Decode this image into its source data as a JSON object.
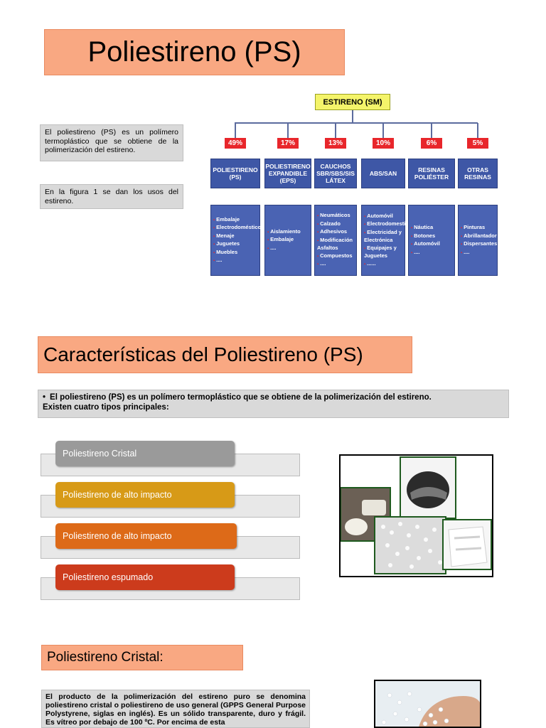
{
  "section1": {
    "title": "Poliestireno (PS)",
    "intro": "El poliestireno (PS) es un polímero termoplástico que se obtiene de la polimerización del estireno.",
    "figure_note": "En la figura 1 se dan los usos del estireno."
  },
  "diagram": {
    "root": "ESTIRENO (SM)",
    "branches": [
      {
        "pct": "49%",
        "name": "POLIESTIRENO (PS)",
        "uses": [
          "Embalaje",
          "Electrodomésticos",
          "Menaje",
          "Juguetes",
          "Muebles",
          "...."
        ]
      },
      {
        "pct": "17%",
        "name": "POLIESTIRENO EXPANDIBLE (EPS)",
        "uses": [
          "Aislamiento",
          "Embalaje",
          "...."
        ]
      },
      {
        "pct": "13%",
        "name": "CAUCHOS SBR/SBS/SIS LÁTEX",
        "uses": [
          "Neumáticos",
          "Calzado",
          "Adhesivos",
          "Modificación Asfaltos",
          "Compuestos",
          "...."
        ]
      },
      {
        "pct": "10%",
        "name": "ABS/SAN",
        "uses": [
          "Automóvil",
          "Electrodomestic",
          "Electricidad y Electrónica",
          "Equipajes y Juguetes",
          "......"
        ]
      },
      {
        "pct": "6%",
        "name": "RESINAS POLIÉSTER",
        "uses": [
          "Náutica",
          "Botones",
          "Automóvil",
          "...."
        ]
      },
      {
        "pct": "5%",
        "name": "OTRAS RESINAS",
        "uses": [
          "Pinturas",
          "Abrillantador",
          "Dispersantes",
          "...."
        ]
      }
    ]
  },
  "section2": {
    "title": "Características del Poliestireno (PS)",
    "bullet": "El poliestireno (PS) es un polímero termoplástico que se obtiene de la polimerización del estireno.",
    "bullet_line2": "Existen cuatro tipos principales:",
    "types": [
      {
        "label": "Poliestireno Cristal",
        "color": "#9a9a9a"
      },
      {
        "label": "Poliestireno de alto impacto",
        "color": "#d79a17"
      },
      {
        "label": "Poliestireno de alto impacto",
        "color": "#dd6a18"
      },
      {
        "label": "Poliestireno espumado",
        "color": "#cc3b1c"
      }
    ]
  },
  "section3": {
    "title": "Poliestireno Cristal:",
    "paragraph": "El producto de la polimerización del estireno puro se denomina poliestireno cristal o poliestireno de uso general (GPPS General Purpose Polystyrene, siglas en inglés). Es un sólido transparente, duro y frágil. Es vítreo por debajo de 100 ºC. Por encima de esta"
  }
}
